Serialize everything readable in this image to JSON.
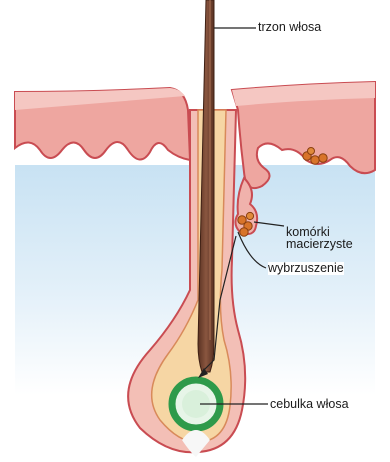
{
  "labels": {
    "hair_shaft": "trzon włosa",
    "stem_cells_line1": "komórki",
    "stem_cells_line2": "macierzyste",
    "bulge": "wybrzuszenie",
    "hair_bulb": "cebulka włosa"
  },
  "colors": {
    "background": "#ffffff",
    "skin_surface": "#f1b6b0",
    "epidermis": "#e99a95",
    "skin_outline": "#c94c52",
    "dermis_gradient_top": "#cfe6f4",
    "dermis_gradient_bottom": "#f7fbff",
    "follicle_sheath": "#f2c0b7",
    "follicle_inner": "#f5d8a6",
    "hair_shaft": "#7a4a35",
    "hair_shaft_dark": "#4d2a1b",
    "bulb_green": "#2e9a4a",
    "bulb_light": "#bfe6c4",
    "stem_cell_orange": "#d8742a",
    "leader_line": "#222222"
  }
}
